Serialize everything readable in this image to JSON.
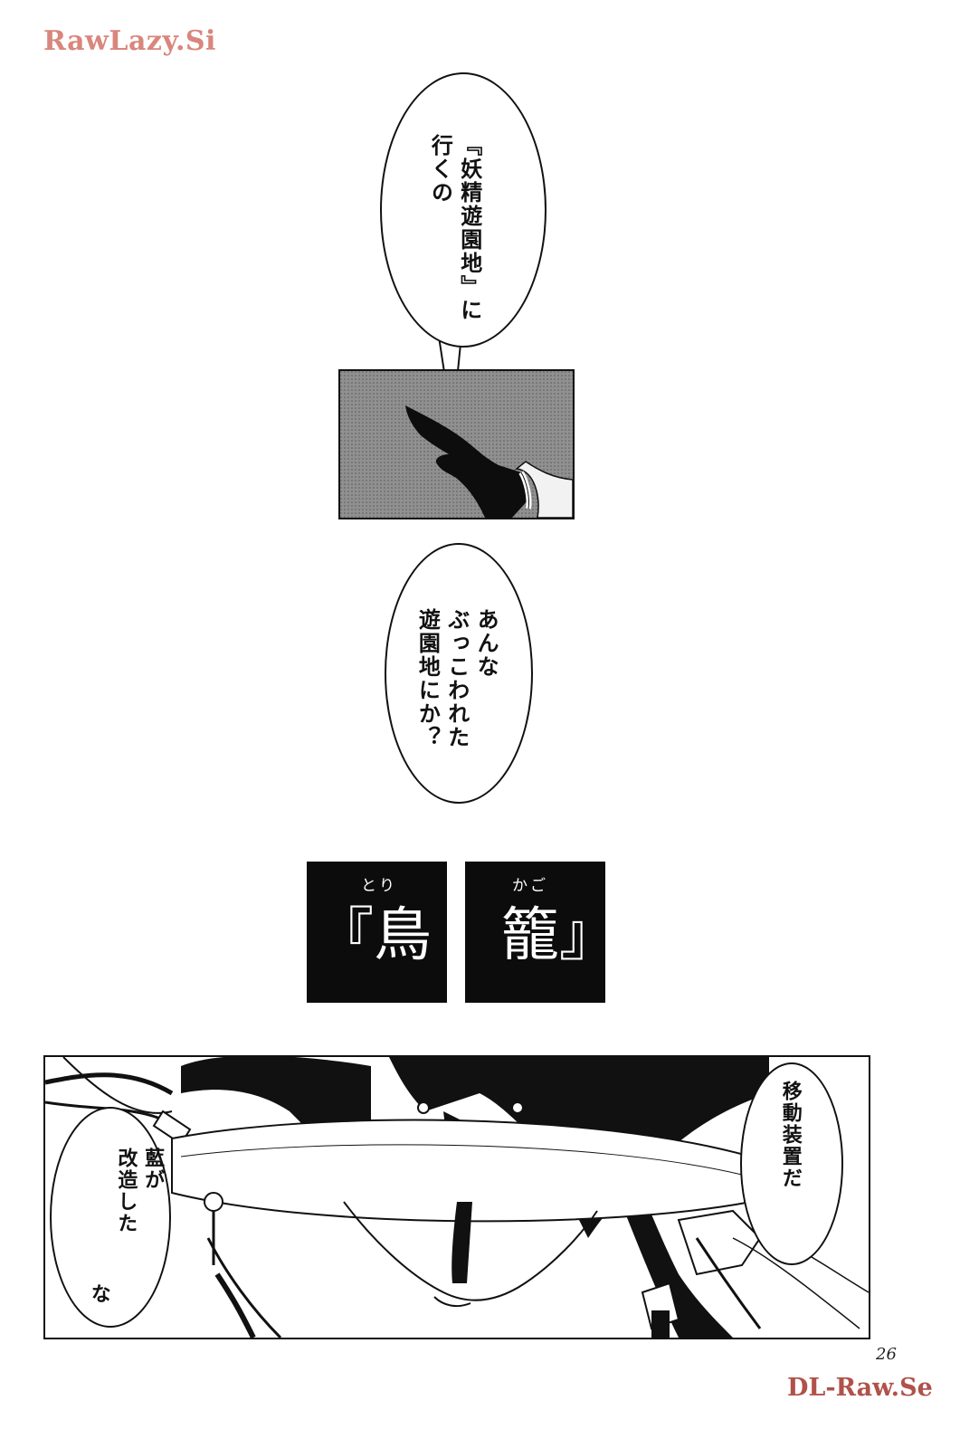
{
  "watermarks": {
    "top": "RawLazy.Si",
    "bottom": "DL-Raw.Se"
  },
  "page_number": "26",
  "bubble1": {
    "line1": "『妖精遊園地』に",
    "line2": "行くの"
  },
  "bubble2": {
    "line1": "あんな",
    "line2": "ぶっこわれた",
    "line3": "遊園地にか？"
  },
  "title_boxes": {
    "left_kanji": "『鳥",
    "left_furigana": "とり",
    "right_kanji": "籠』",
    "right_furigana": "かご"
  },
  "bubble3": {
    "line1": "移動装置だ"
  },
  "bubble4": {
    "line1": "藍が",
    "line2": "改造した",
    "line3": "な"
  }
}
